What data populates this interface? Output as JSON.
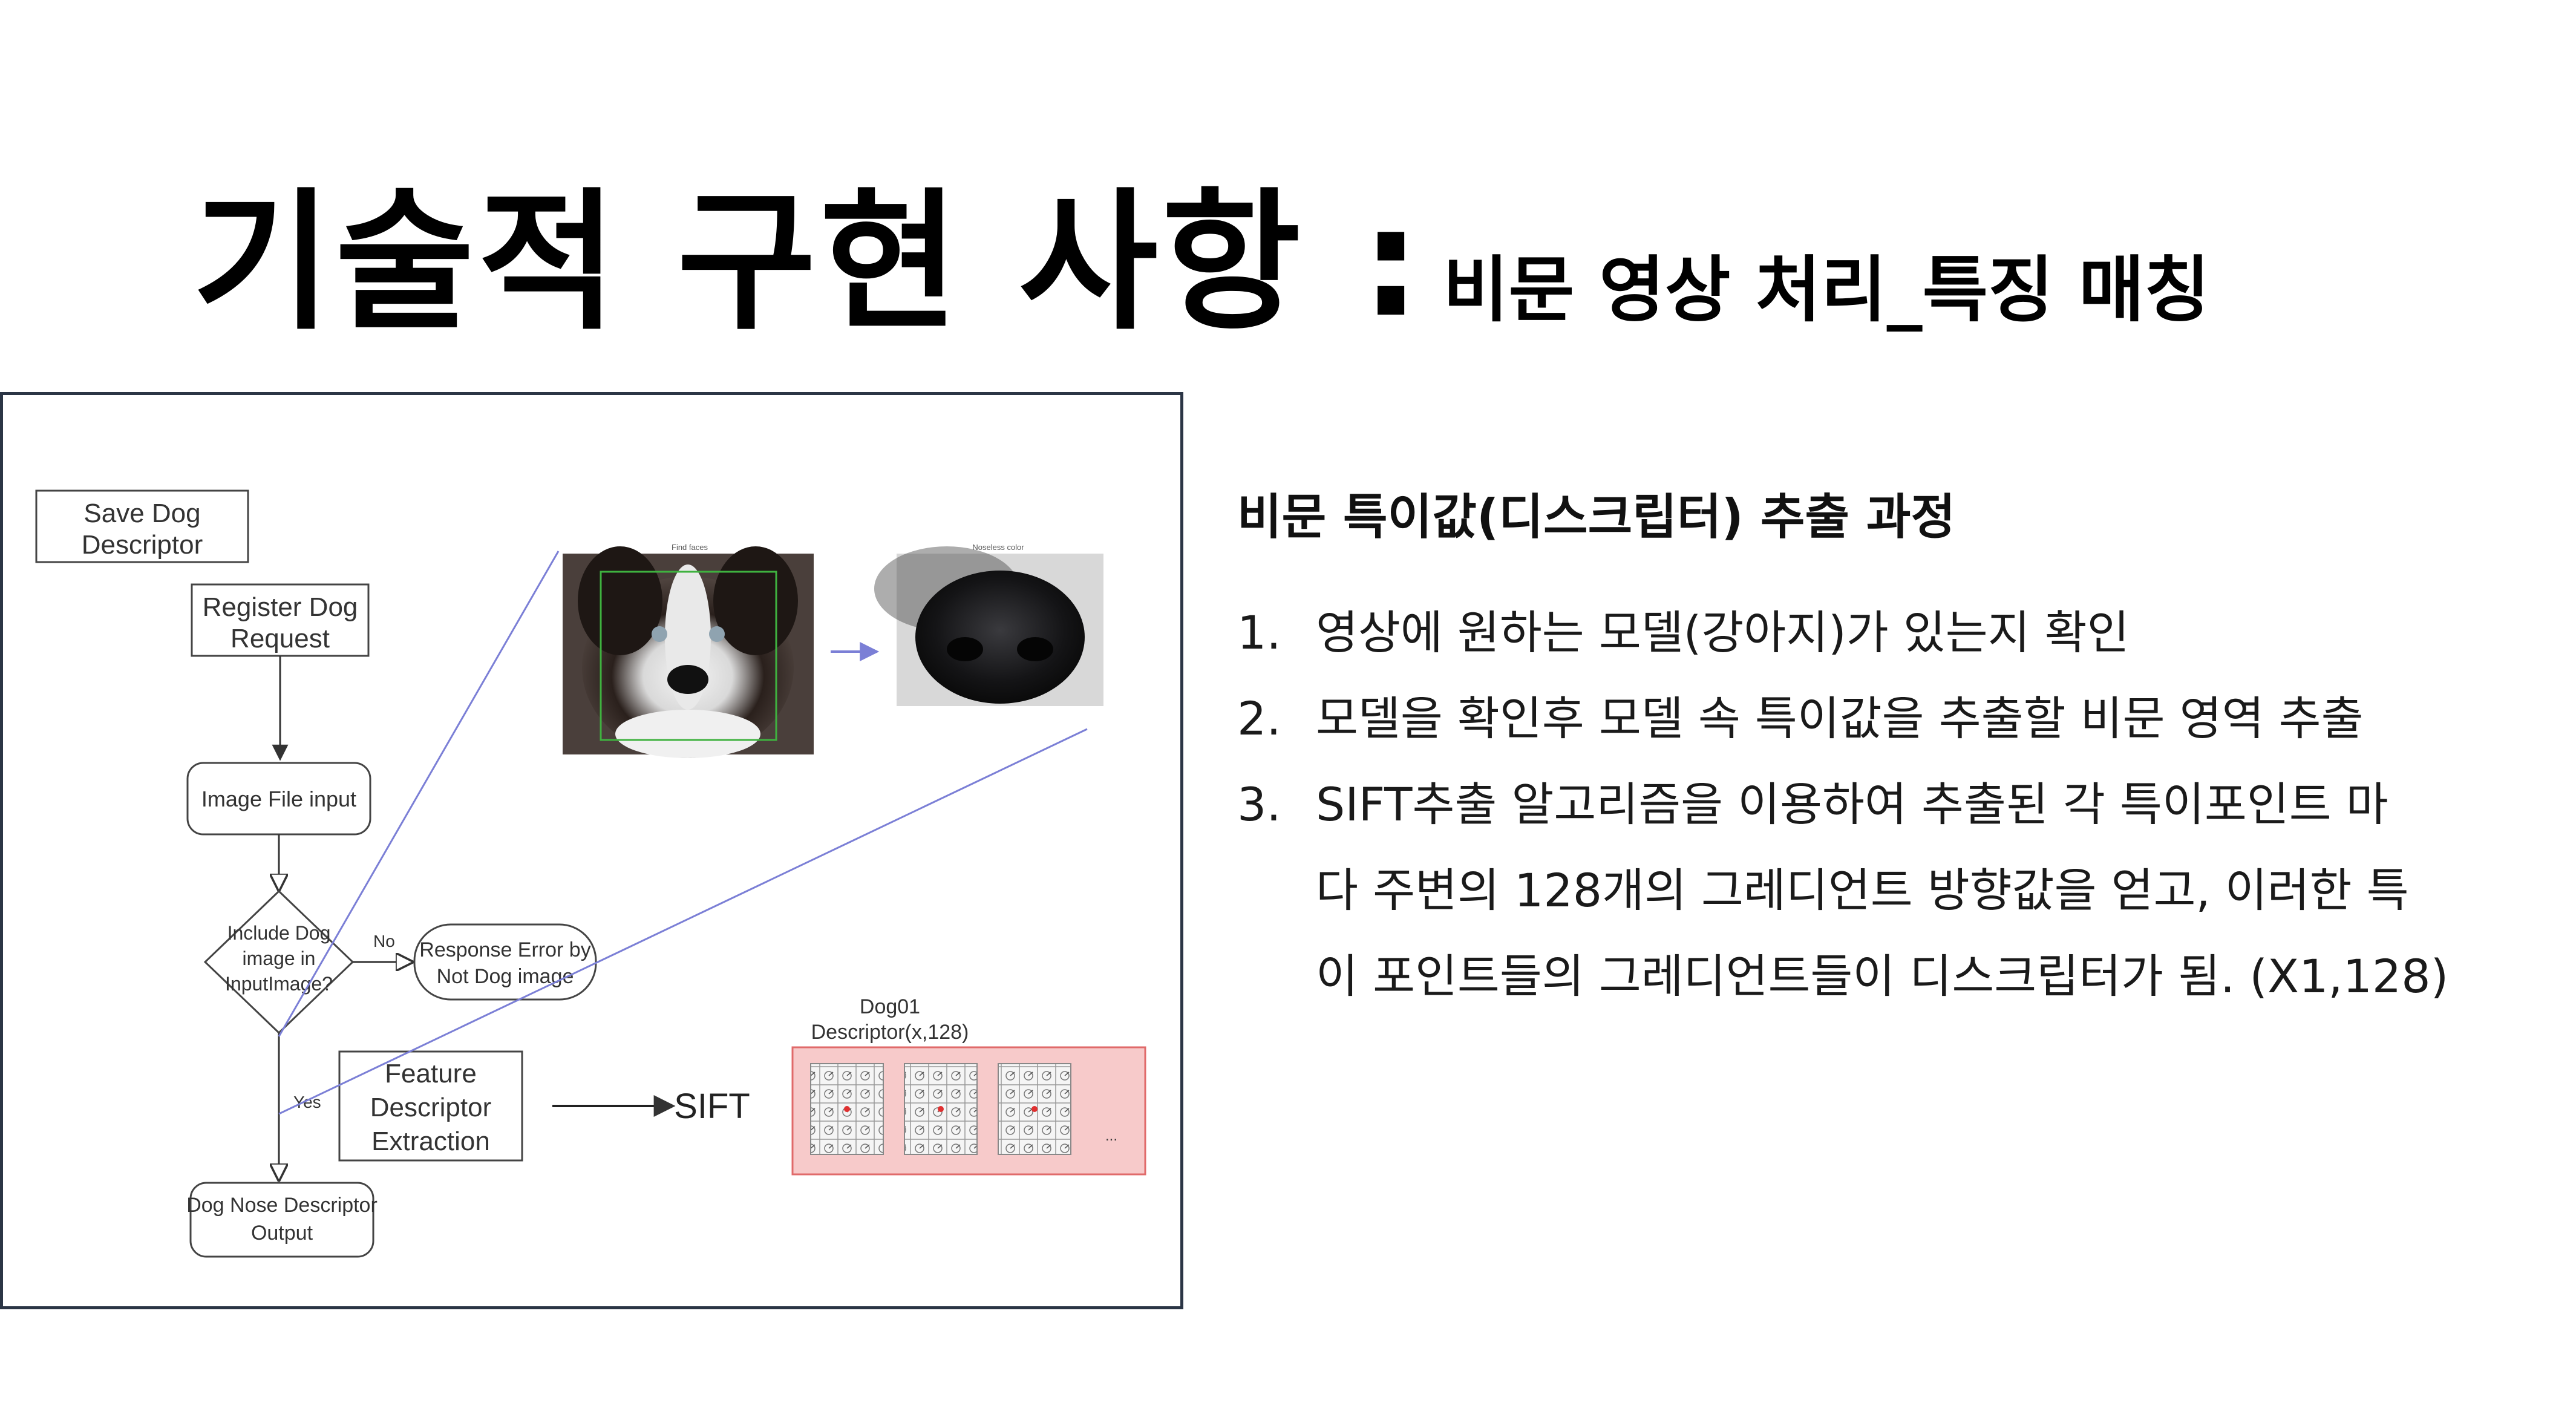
{
  "title": {
    "main": "기술적 구현 사항 :",
    "sub": "비문 영상 처리_특징 매칭"
  },
  "figure": {
    "boxes": {
      "save": [
        "Save Dog",
        "Descriptor"
      ],
      "register": [
        "Register Dog",
        "Request"
      ],
      "image_input": "Image File input",
      "include": [
        "Include Dog",
        "image in",
        "InputImage?"
      ],
      "response_error": [
        "Response Error by",
        "Not Dog image"
      ],
      "feature": [
        "Feature",
        "Descriptor",
        "Extraction"
      ],
      "nose_output": [
        "Dog Nose Descriptor",
        "Output"
      ]
    },
    "edge_labels": {
      "no": "No",
      "yes": "Yes"
    },
    "sift_label": "SIFT",
    "descriptor_caption": [
      "Dog01",
      "Descriptor(x,128)"
    ],
    "ellipsis": "...",
    "photo_captions": {
      "face": "Find faces",
      "nose": "Noseless color"
    },
    "colors": {
      "flow_stroke": "#333333",
      "zoom_line": "#7b7fd6",
      "descriptor_fill": "#f7caca",
      "descriptor_stroke": "#e06a6a",
      "face_box": "#3fb23f"
    }
  },
  "right": {
    "heading": "비문 특이값(디스크립터) 추출 과정",
    "steps": [
      {
        "num": "1.",
        "lines": [
          "영상에 원하는 모델(강아지)가 있는지 확인"
        ]
      },
      {
        "num": "2.",
        "lines": [
          "모델을 확인후 모델 속 특이값을 추출할 비문 영역 추출"
        ]
      },
      {
        "num": "3.",
        "lines": [
          "SIFT추출 알고리즘을 이용하여 추출된 각 특이포인트 마",
          "다 주변의 128개의 그레디언트 방향값을 얻고, 이러한 특",
          "이 포인트들의 그레디언트들이 디스크립터가 됨. (X1,128)"
        ]
      }
    ]
  }
}
